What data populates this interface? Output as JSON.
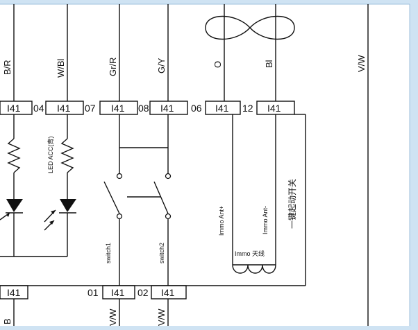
{
  "wire_labels": {
    "w1": "B/R",
    "w2": "W/Bl",
    "w3": "Gr/R",
    "w4": "G/Y",
    "w5": "O",
    "w6": "Bl",
    "w7": "V/W"
  },
  "top_connector": {
    "pins": [
      "I41",
      "I41",
      "I41",
      "I41",
      "I41",
      "I41"
    ],
    "numbers": [
      "04",
      "07",
      "08",
      "06",
      "12"
    ]
  },
  "bottom_connector": {
    "pins": [
      "I41",
      "I41",
      "I41"
    ],
    "numbers": [
      "01",
      "02"
    ]
  },
  "bottom_wire_labels": {
    "b1": "B",
    "b2": "V/W",
    "b3": "V/W"
  },
  "component_labels": {
    "led_acc": "LED ACC(青)",
    "switch1": "switch1",
    "switch2": "switch2",
    "immo_ant_plus": "Immo Ant+",
    "immo_ant_minus": "Immo Ant-",
    "immo_antenna": "Immo 天线",
    "one_key_start": "一键起动开关"
  },
  "colors": {
    "frame_blue": "#cfe3f3",
    "line": "#111111"
  }
}
